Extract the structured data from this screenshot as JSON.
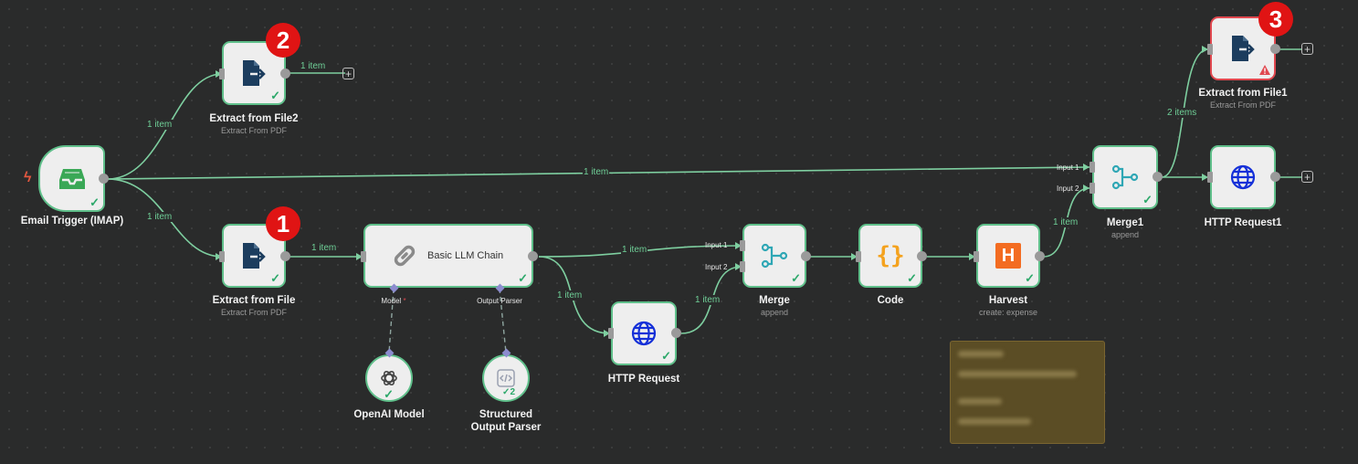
{
  "nodes": {
    "email_trigger": {
      "title": "Email Trigger (IMAP)",
      "icon": "inbox-icon"
    },
    "extract_file2": {
      "title": "Extract from File2",
      "subtitle": "Extract From PDF",
      "icon": "file-export-icon"
    },
    "extract_file": {
      "title": "Extract from File",
      "subtitle": "Extract From PDF",
      "icon": "file-export-icon"
    },
    "basic_llm_chain": {
      "title": "Basic LLM Chain",
      "icon": "link-icon",
      "model_label": "Model",
      "model_required": "*",
      "parser_label": "Output Parser"
    },
    "openai_model": {
      "title": "OpenAI Model",
      "icon": "openai-icon"
    },
    "structured_parser": {
      "title_line1": "Structured",
      "title_line2": "Output Parser",
      "icon": "code-icon",
      "run_count": "2"
    },
    "http_request": {
      "title": "HTTP Request",
      "icon": "globe-icon"
    },
    "merge": {
      "title": "Merge",
      "subtitle": "append",
      "icon": "merge-icon",
      "input1": "Input 1",
      "input2": "Input 2"
    },
    "code": {
      "title": "Code",
      "icon": "braces-icon"
    },
    "harvest": {
      "title": "Harvest",
      "subtitle": "create: expense",
      "icon": "harvest-icon",
      "logo_letter": "H"
    },
    "merge1": {
      "title": "Merge1",
      "subtitle": "append",
      "icon": "merge-icon",
      "input1": "Input 1",
      "input2": "Input 2"
    },
    "extract_file1": {
      "title": "Extract from File1",
      "subtitle": "Extract From PDF",
      "icon": "file-export-icon",
      "status": "error"
    },
    "http_request1": {
      "title": "HTTP Request1",
      "icon": "globe-icon"
    }
  },
  "edge_labels": {
    "trigger_to_file2": "1 item",
    "file2_out": "1 item",
    "trigger_to_file": "1 item",
    "trigger_to_merge1": "1 item",
    "file_to_llm": "1 item",
    "llm_to_merge": "1 item",
    "llm_to_http": "1 item",
    "http_to_merge": "1 item",
    "harvest_to_merge1": "1 item",
    "merge1_to_file1": "2 items"
  },
  "badges": {
    "b1": "1",
    "b2": "2",
    "b3": "3"
  },
  "plus_symbol": "+",
  "check_symbol": "✓",
  "colors": {
    "canvas": "#2a2b2b",
    "success": "#5fbf8a",
    "error": "#e0484f",
    "badge": "#e01414",
    "edge": "#6fcf97",
    "note": "#5b4d25"
  }
}
